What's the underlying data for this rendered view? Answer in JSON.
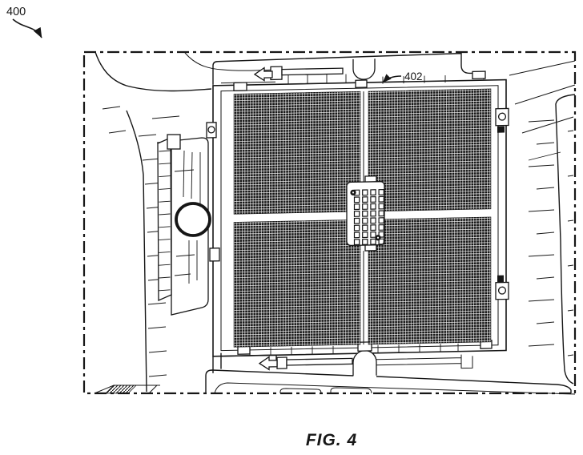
{
  "figure": {
    "caption": "FIG. 4",
    "labels": [
      {
        "text": "400",
        "target": "assembly-overview"
      },
      {
        "text": "402",
        "target": "perforated-grille-panel"
      }
    ],
    "grille": {
      "quadrant_count": 4,
      "perforation_style": "dense-square-dot-grid",
      "center_module": {
        "slot_columns": 4,
        "slot_rows": 8,
        "screw_count": 2
      }
    },
    "colors": {
      "ink": "#161616",
      "background": "#ffffff"
    }
  }
}
